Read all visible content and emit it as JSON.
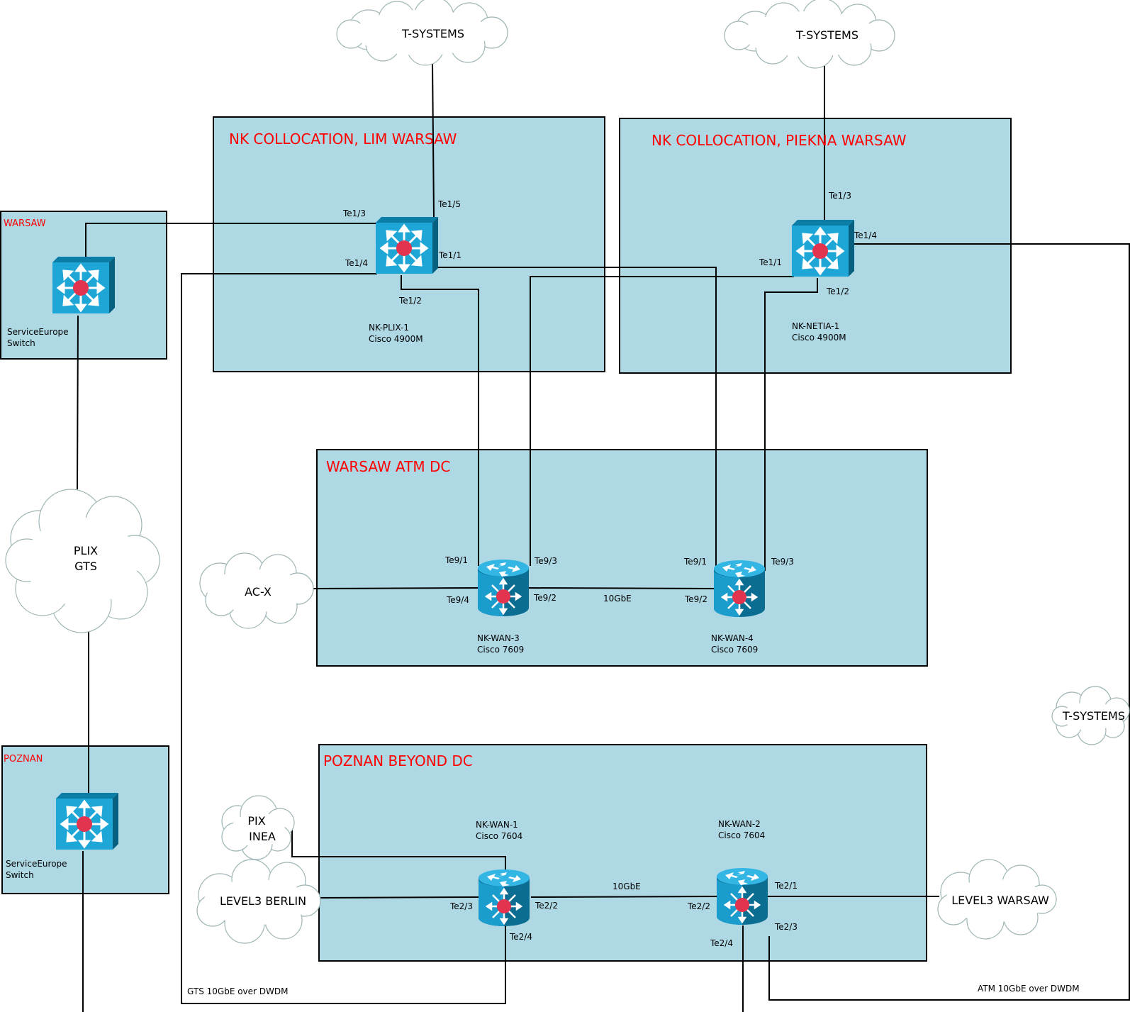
{
  "locations": {
    "lim": {
      "title": "NK COLLOCATION, LIM WARSAW"
    },
    "piekna": {
      "title": "NK COLLOCATION, PIEKNA WARSAW"
    },
    "warsaw_small": {
      "title": "WARSAW"
    },
    "atm": {
      "title": "WARSAW ATM DC"
    },
    "poznan_small": {
      "title": "POZNAN"
    },
    "beyond": {
      "title": "POZNAN BEYOND DC"
    }
  },
  "devices": {
    "plix1": {
      "name": "NK-PLIX-1",
      "model": "Cisco 4900M"
    },
    "netia1": {
      "name": "NK-NETIA-1",
      "model": "Cisco 4900M"
    },
    "se_warsaw": {
      "name": "ServiceEurope",
      "model": "Switch"
    },
    "se_poznan": {
      "name": "ServiceEurope",
      "model": "Switch"
    },
    "wan3": {
      "name": "NK-WAN-3",
      "model": "Cisco 7609"
    },
    "wan4": {
      "name": "NK-WAN-4",
      "model": "Cisco 7609"
    },
    "wan1": {
      "name": "NK-WAN-1",
      "model": "Cisco 7604"
    },
    "wan2": {
      "name": "NK-WAN-2",
      "model": "Cisco 7604"
    }
  },
  "clouds": {
    "tsys_top_left": {
      "line1": "T-SYSTEMS"
    },
    "tsys_top_right": {
      "line1": "T-SYSTEMS"
    },
    "tsys_right": {
      "line1": "T-SYSTEMS"
    },
    "plix_gts": {
      "line1": "PLIX",
      "line2": "GTS"
    },
    "acx": {
      "line1": "AC-X"
    },
    "pix_inea": {
      "line1": "PIX",
      "line2": "INEA"
    },
    "level3_berlin": {
      "line1": "LEVEL3 BERLIN"
    },
    "level3_warsaw": {
      "line1": "LEVEL3 WARSAW"
    }
  },
  "ports": {
    "plix_te13": "Te1/3",
    "plix_te15": "Te1/5",
    "plix_te14": "Te1/4",
    "plix_te11": "Te1/1",
    "plix_te12": "Te1/2",
    "netia_te13": "Te1/3",
    "netia_te14": "Te1/4",
    "netia_te11": "Te1/1",
    "netia_te12": "Te1/2",
    "wan3_te91": "Te9/1",
    "wan3_te93": "Te9/3",
    "wan3_te94": "Te9/4",
    "wan3_te92": "Te9/2",
    "wan4_te91": "Te9/1",
    "wan4_te93": "Te9/3",
    "wan4_te92": "Te9/2",
    "wan1_te23": "Te2/3",
    "wan1_te22": "Te2/2",
    "wan1_te24": "Te2/4",
    "wan2_te22": "Te2/2",
    "wan2_te21": "Te2/1",
    "wan2_te23": "Te2/3",
    "wan2_te24": "Te2/4"
  },
  "links": {
    "atm_10gbe": "10GbE",
    "beyond_10gbe": "10GbE",
    "gts_dwdm": "GTS 10GbE over DWDM",
    "atm_dwdm": "ATM 10GbE over DWDM"
  },
  "colors": {
    "box_fill": "#add8e4",
    "title_red": "#ff0000",
    "device_blue": "#1ea7d6",
    "device_dark": "#0b6d92",
    "device_center": "#e3344f"
  }
}
